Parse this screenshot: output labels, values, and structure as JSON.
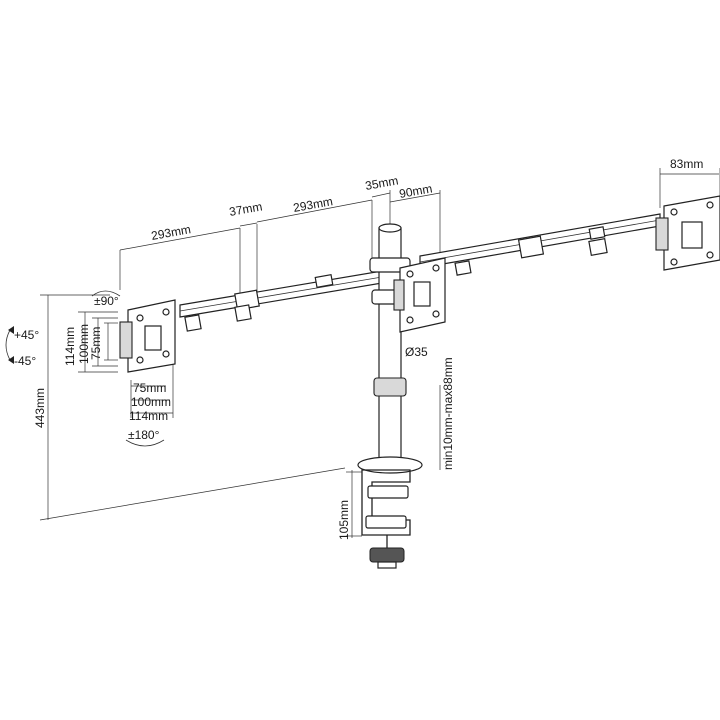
{
  "dimensions": {
    "arm_left": "293mm",
    "arm_right": "293mm",
    "gap_mid": "37mm",
    "pole_offset": "35mm",
    "extension_right": "90mm",
    "plate_width_right": "83mm",
    "pole_diameter": "Ø35",
    "desk_thickness": "min10mm-max88mm",
    "clamp_height": "105mm",
    "total_height": "443mm",
    "vesa_v_114": "114mm",
    "vesa_v_100": "100mm",
    "vesa_v_75": "75mm",
    "vesa_h_75": "75mm",
    "vesa_h_100": "100mm",
    "vesa_h_114": "114mm"
  },
  "rotations": {
    "swivel": "±90°",
    "rotate": "±180°",
    "tilt_up": "+45°",
    "tilt_down": "-45°"
  },
  "colors": {
    "line": "#222222",
    "fill_metal": "#d9d9d9",
    "background": "#ffffff"
  }
}
